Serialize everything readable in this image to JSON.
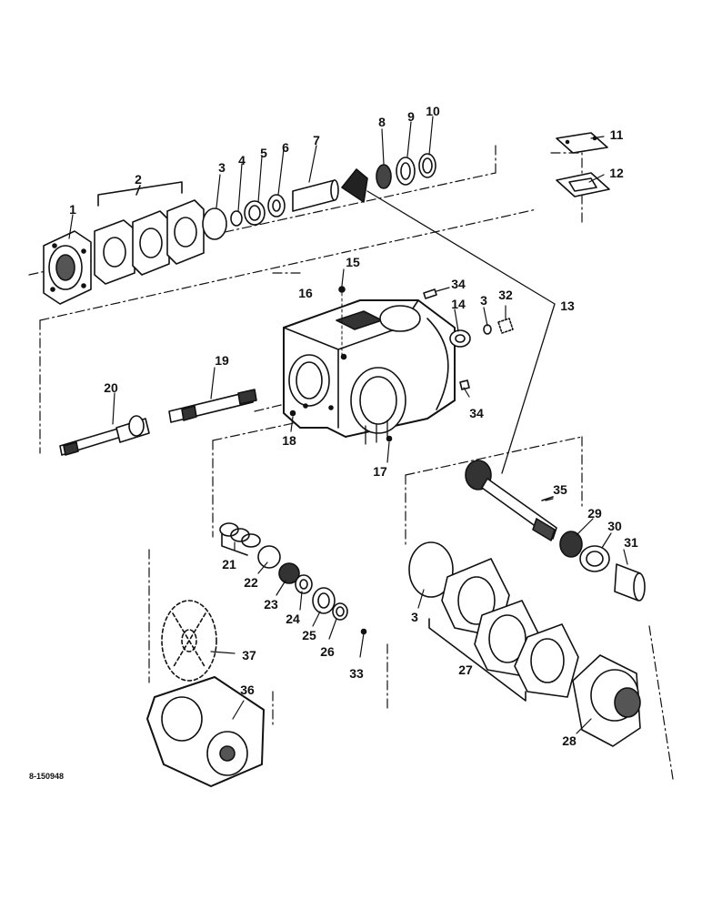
{
  "diagram": {
    "drawing_number": "8-150948",
    "parts": [
      {
        "id": "p1",
        "label": "1"
      },
      {
        "id": "p2",
        "label": "2"
      },
      {
        "id": "p3a",
        "label": "3"
      },
      {
        "id": "p4",
        "label": "4"
      },
      {
        "id": "p5",
        "label": "5"
      },
      {
        "id": "p6",
        "label": "6"
      },
      {
        "id": "p7",
        "label": "7"
      },
      {
        "id": "p8",
        "label": "8"
      },
      {
        "id": "p9",
        "label": "9"
      },
      {
        "id": "p10",
        "label": "10"
      },
      {
        "id": "p11",
        "label": "11"
      },
      {
        "id": "p12",
        "label": "12"
      },
      {
        "id": "p13",
        "label": "13"
      },
      {
        "id": "p14",
        "label": "14"
      },
      {
        "id": "p3b",
        "label": "3"
      },
      {
        "id": "p32",
        "label": "32"
      },
      {
        "id": "p15",
        "label": "15"
      },
      {
        "id": "p16",
        "label": "16"
      },
      {
        "id": "p34a",
        "label": "34"
      },
      {
        "id": "p34b",
        "label": "34"
      },
      {
        "id": "p19",
        "label": "19"
      },
      {
        "id": "p20",
        "label": "20"
      },
      {
        "id": "p18",
        "label": "18"
      },
      {
        "id": "p17",
        "label": "17"
      },
      {
        "id": "p35",
        "label": "35"
      },
      {
        "id": "p29",
        "label": "29"
      },
      {
        "id": "p30",
        "label": "30"
      },
      {
        "id": "p31",
        "label": "31"
      },
      {
        "id": "p21",
        "label": "21"
      },
      {
        "id": "p22",
        "label": "22"
      },
      {
        "id": "p23",
        "label": "23"
      },
      {
        "id": "p24",
        "label": "24"
      },
      {
        "id": "p25",
        "label": "25"
      },
      {
        "id": "p26",
        "label": "26"
      },
      {
        "id": "p33",
        "label": "33"
      },
      {
        "id": "p3c",
        "label": "3"
      },
      {
        "id": "p27",
        "label": "27"
      },
      {
        "id": "p28",
        "label": "28"
      },
      {
        "id": "p37",
        "label": "37"
      },
      {
        "id": "p36",
        "label": "36"
      }
    ]
  }
}
